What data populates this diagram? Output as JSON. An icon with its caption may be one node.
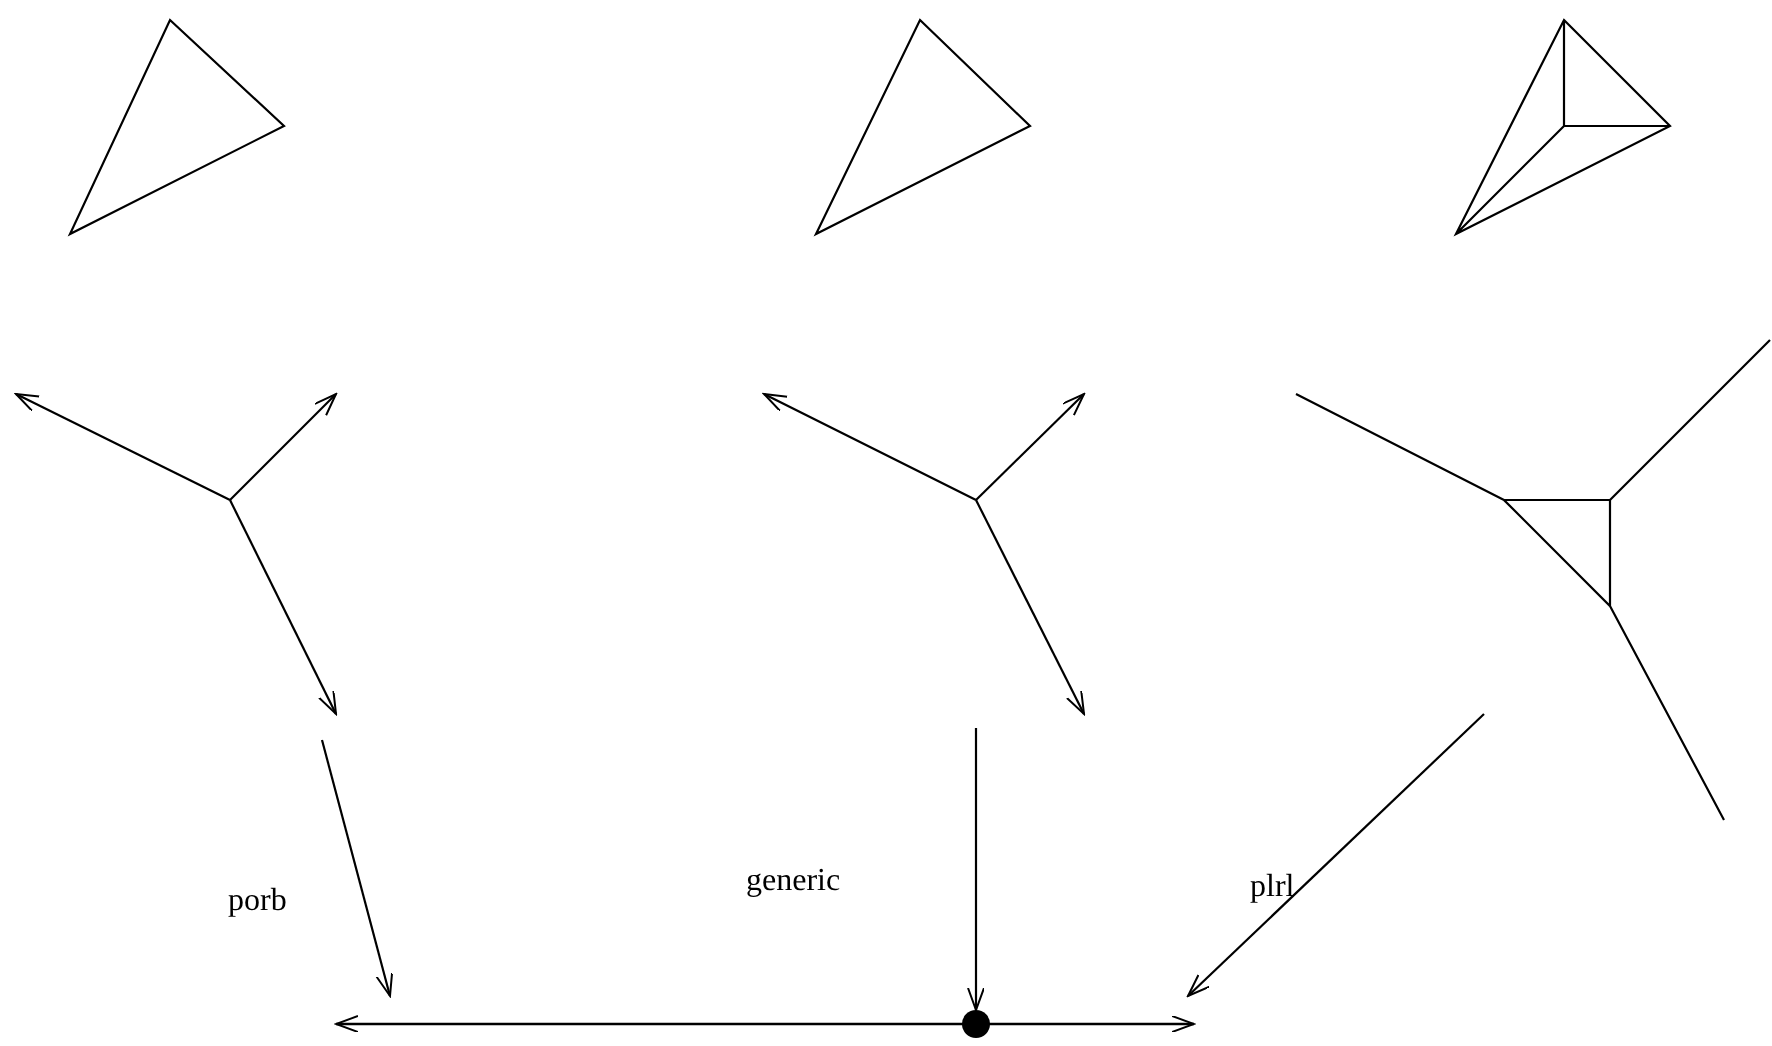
{
  "diagram": {
    "nodes": [
      {
        "text": [],
        "shape": "line"
      },
      {
        "text": [],
        "shape": "circle"
      }
    ],
    "edges": [
      {
        "from": null,
        "to": 0,
        "arrow": "to",
        "label": "porb"
      },
      {
        "from": null,
        "to": 1,
        "arrow": "to",
        "label": "generic"
      },
      {
        "from": null,
        "to": 0,
        "arrow": "to",
        "label": "plrl"
      }
    ]
  }
}
